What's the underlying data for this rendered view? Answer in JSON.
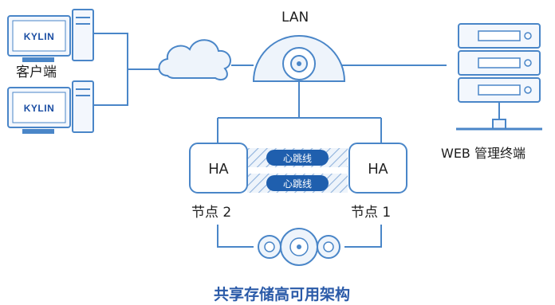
{
  "labels": {
    "lan": "LAN",
    "client": "客户端",
    "web_terminal": "WEB 管理终端",
    "node2": "节点 2",
    "node1": "节点 1",
    "title": "共享存储高可用架构"
  },
  "computers": [
    {
      "brand": "KYLIN"
    },
    {
      "brand": "KYLIN"
    }
  ],
  "ha_nodes": [
    {
      "label": "HA"
    },
    {
      "label": "HA"
    }
  ],
  "heartbeats": [
    {
      "label": "心跳线"
    },
    {
      "label": "心跳线"
    }
  ],
  "colors": {
    "line": "#4a86c8",
    "fill_light": "#e9f1fb",
    "heartbeat_badge": "#1f5fae",
    "title": "#2a5aa8"
  }
}
